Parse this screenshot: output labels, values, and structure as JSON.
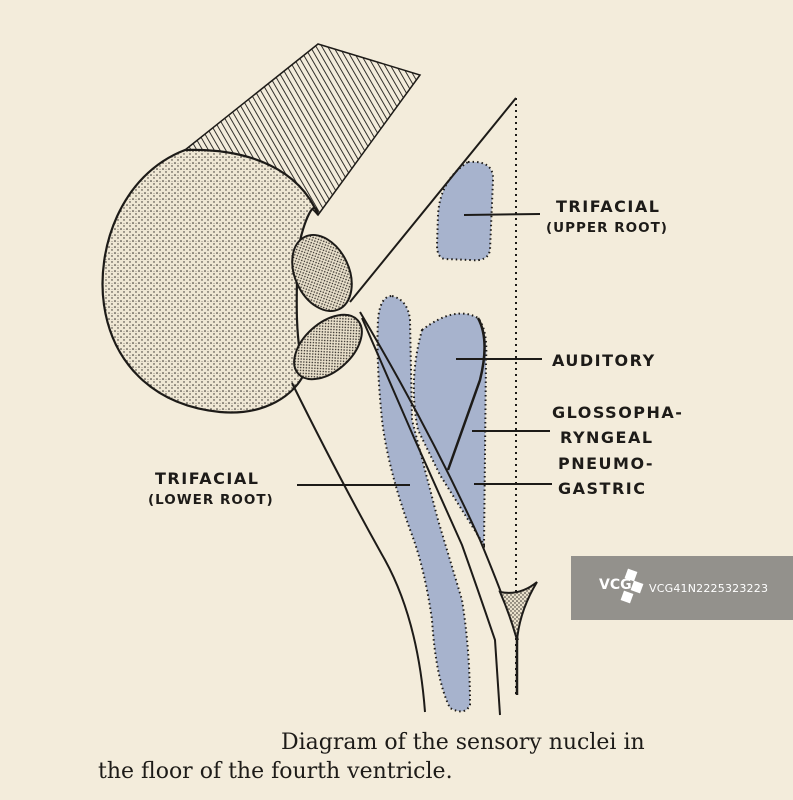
{
  "labels": {
    "trifacial_upper": "TRIFACIAL",
    "trifacial_upper_sub": "(UPPER ROOT)",
    "auditory": "AUDITORY",
    "glossopharyngeal_1": "GLOSSOPHA-",
    "glossopharyngeal_2": "RYNGEAL",
    "pneumogastric_1": "PNEUMO-",
    "pneumogastric_2": "GASTRIC",
    "trifacial_lower": "TRIFACIAL",
    "trifacial_lower_sub": "(LOWER ROOT)"
  },
  "caption": {
    "line1": "Diagram of the sensory nuclei in",
    "line2": "the floor of the fourth ventricle."
  },
  "watermark": {
    "brand": "VCG",
    "code": "VCG41N2225323223"
  },
  "colors": {
    "paper": "#f3ecdb",
    "nucleus_blue": "#a7b3cd",
    "ink": "#1d1b18"
  }
}
